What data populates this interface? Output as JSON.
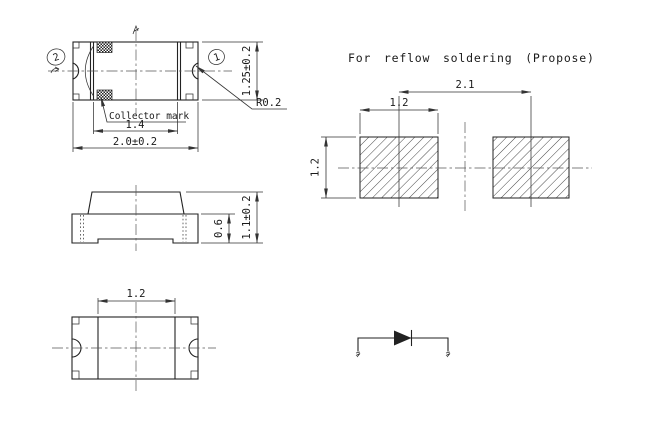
{
  "drawing": {
    "title": "For reflow soldering (Propose)",
    "top_view": {
      "pin_left": "2",
      "pin_right": "1",
      "dim_height": "1.25±0.2",
      "corner_radius": "R0.2",
      "collector_mark_label": "Collector mark",
      "dim_terminal_span": "1.4",
      "dim_overall_width": "2.0±0.2"
    },
    "side_view": {
      "dim_base_height": "0.6",
      "dim_overall_height": "1.1±0.2"
    },
    "bottom_view": {
      "dim_terminal_gap": "1.2"
    },
    "pad_layout": {
      "dim_pad_pitch": "2.1",
      "dim_pad_width": "1.2",
      "dim_pad_height": "1.2"
    }
  },
  "colors": {
    "line": "#222222",
    "centerline": "#555555",
    "background": "#ffffff"
  }
}
